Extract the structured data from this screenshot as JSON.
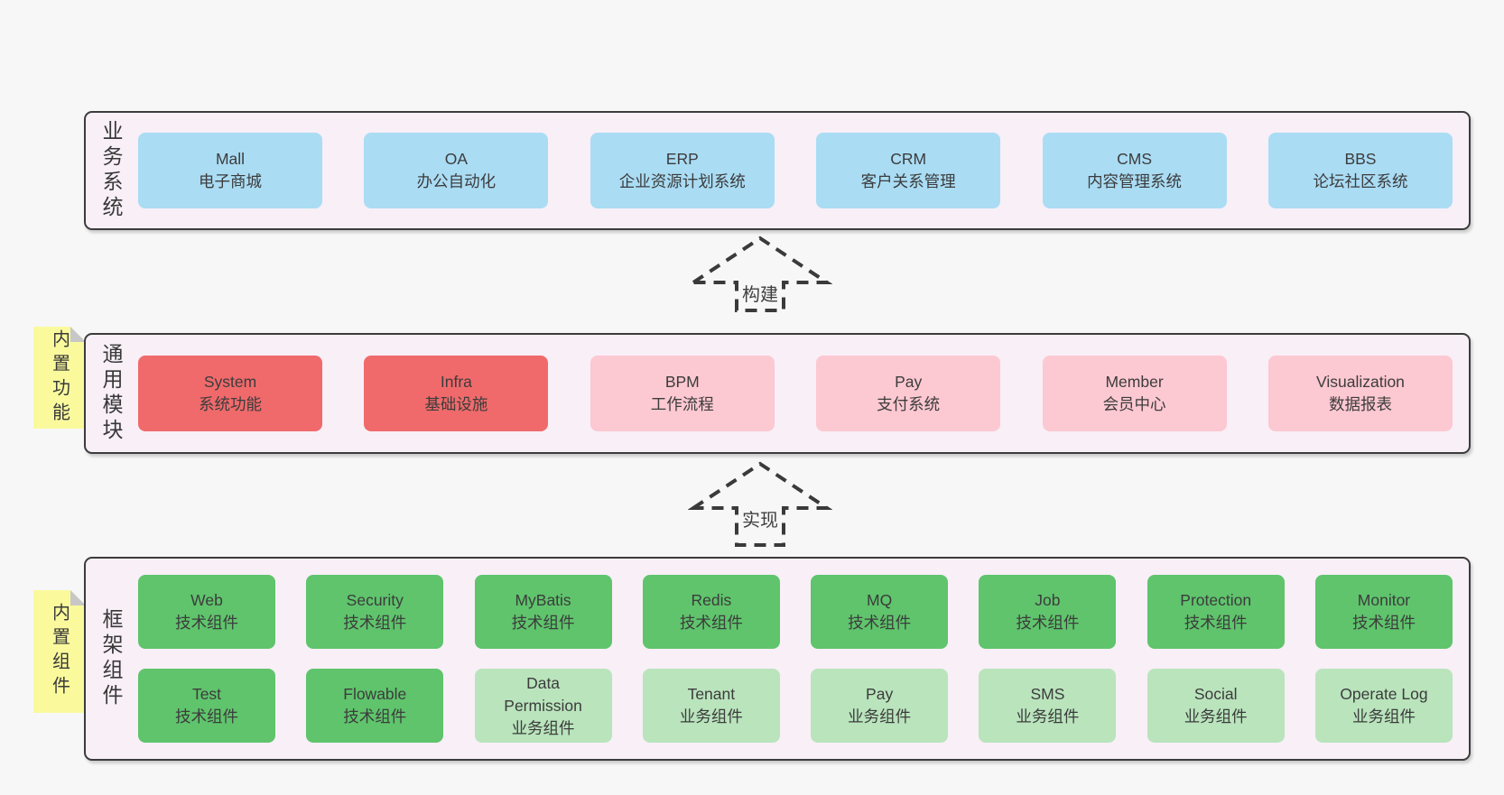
{
  "page": {
    "background_color": "#f7f7f7",
    "container_fill": "#f8eff7",
    "border_color": "#3c3c3c",
    "tag_color": "#fafa9d"
  },
  "variant_colors": {
    "blue": "#aadcf4",
    "red": "#f06a6b",
    "pink": "#fcc8d1",
    "green": "#5fc46c",
    "lightgreen": "#b9e4bc"
  },
  "arrows": [
    {
      "label": "构建"
    },
    {
      "label": "实现"
    }
  ],
  "layers": [
    {
      "id": "business-systems",
      "label": "业务系统",
      "tag": null,
      "rows": [
        [
          {
            "name": "Mall",
            "desc": "电子商城",
            "variant": "blue"
          },
          {
            "name": "OA",
            "desc": "办公自动化",
            "variant": "blue"
          },
          {
            "name": "ERP",
            "desc": "企业资源计划系统",
            "variant": "blue"
          },
          {
            "name": "CRM",
            "desc": "客户关系管理",
            "variant": "blue"
          },
          {
            "name": "CMS",
            "desc": "内容管理系统",
            "variant": "blue"
          },
          {
            "name": "BBS",
            "desc": "论坛社区系统",
            "variant": "blue"
          }
        ]
      ]
    },
    {
      "id": "common-modules",
      "label": "通用模块",
      "tag": "内置功能",
      "rows": [
        [
          {
            "name": "System",
            "desc": "系统功能",
            "variant": "red"
          },
          {
            "name": "Infra",
            "desc": "基础设施",
            "variant": "red"
          },
          {
            "name": "BPM",
            "desc": "工作流程",
            "variant": "pink"
          },
          {
            "name": "Pay",
            "desc": "支付系统",
            "variant": "pink"
          },
          {
            "name": "Member",
            "desc": "会员中心",
            "variant": "pink"
          },
          {
            "name": "Visualization",
            "desc": "数据报表",
            "variant": "pink"
          }
        ]
      ]
    },
    {
      "id": "framework-components",
      "label": "框架组件",
      "tag": "内置组件",
      "rows": [
        [
          {
            "name": "Web",
            "desc": "技术组件",
            "variant": "green"
          },
          {
            "name": "Security",
            "desc": "技术组件",
            "variant": "green"
          },
          {
            "name": "MyBatis",
            "desc": "技术组件",
            "variant": "green"
          },
          {
            "name": "Redis",
            "desc": "技术组件",
            "variant": "green"
          },
          {
            "name": "MQ",
            "desc": "技术组件",
            "variant": "green"
          },
          {
            "name": "Job",
            "desc": "技术组件",
            "variant": "green"
          },
          {
            "name": "Protection",
            "desc": "技术组件",
            "variant": "green"
          },
          {
            "name": "Monitor",
            "desc": "技术组件",
            "variant": "green"
          }
        ],
        [
          {
            "name": "Test",
            "desc": "技术组件",
            "variant": "green"
          },
          {
            "name": "Flowable",
            "desc": "技术组件",
            "variant": "green"
          },
          {
            "name": "Data Permission",
            "desc": "业务组件",
            "variant": "lightgreen"
          },
          {
            "name": "Tenant",
            "desc": "业务组件",
            "variant": "lightgreen"
          },
          {
            "name": "Pay",
            "desc": "业务组件",
            "variant": "lightgreen"
          },
          {
            "name": "SMS",
            "desc": "业务组件",
            "variant": "lightgreen"
          },
          {
            "name": "Social",
            "desc": "业务组件",
            "variant": "lightgreen"
          },
          {
            "name": "Operate Log",
            "desc": "业务组件",
            "variant": "lightgreen"
          }
        ]
      ]
    }
  ]
}
